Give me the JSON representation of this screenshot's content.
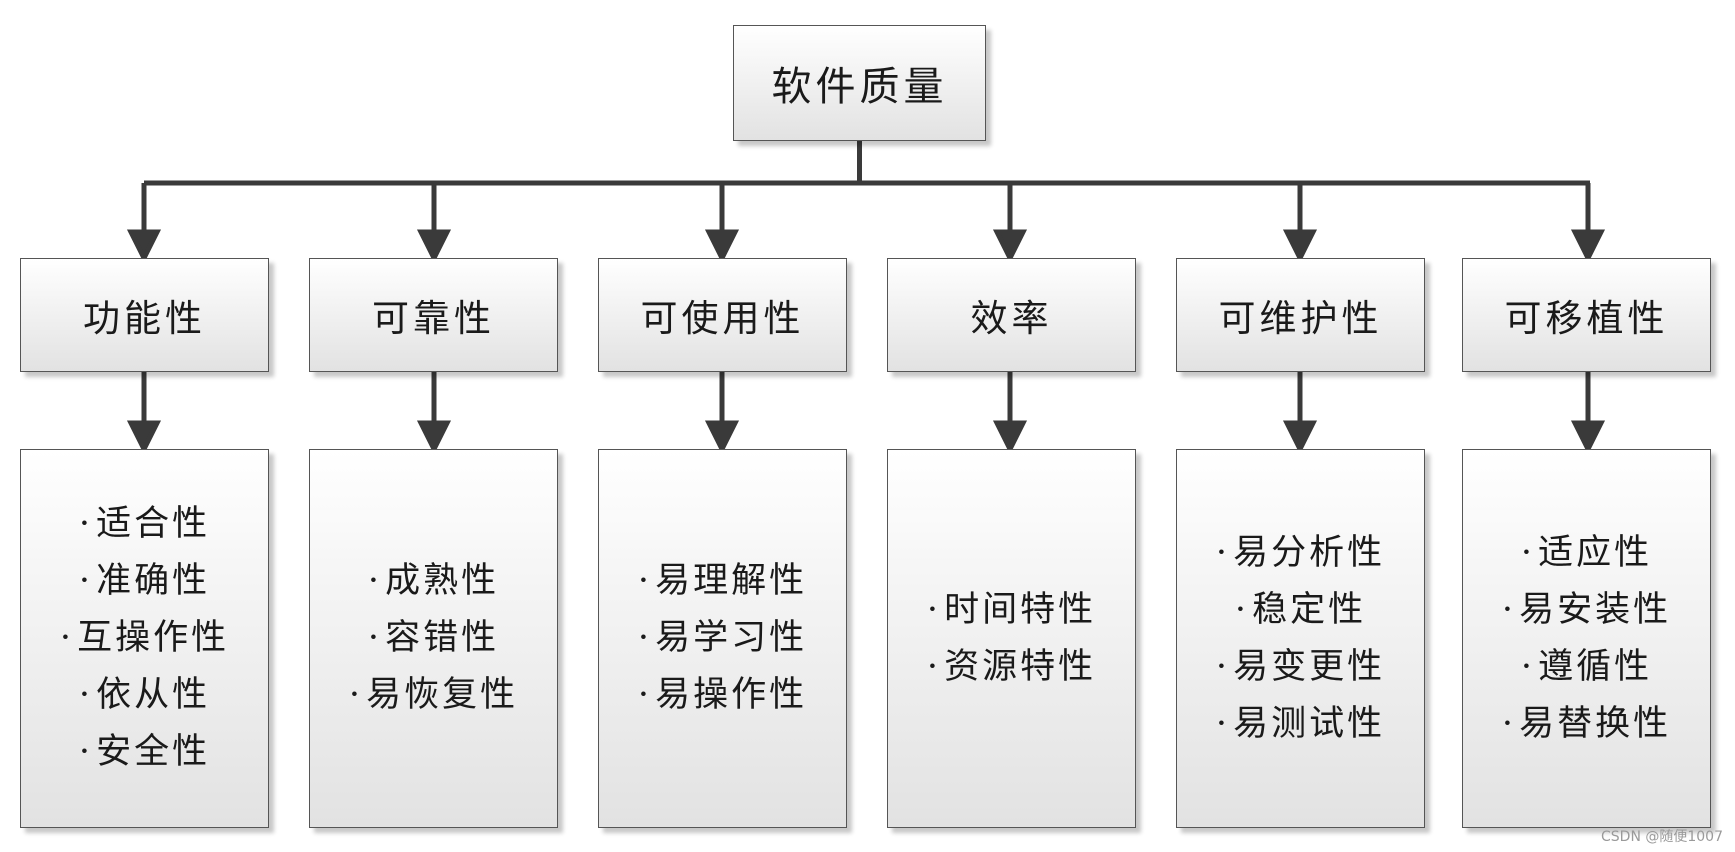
{
  "root": {
    "label": "软件质量"
  },
  "categories": [
    {
      "label": "功能性",
      "items": [
        "适合性",
        "准确性",
        "互操作性",
        "依从性",
        "安全性"
      ]
    },
    {
      "label": "可靠性",
      "items": [
        "成熟性",
        "容错性",
        "易恢复性"
      ]
    },
    {
      "label": "可使用性",
      "items": [
        "易理解性",
        "易学习性",
        "易操作性"
      ]
    },
    {
      "label": "效率",
      "items": [
        "时间特性",
        "资源特性"
      ]
    },
    {
      "label": "可维护性",
      "items": [
        "易分析性",
        "稳定性",
        "易变更性",
        "易测试性"
      ]
    },
    {
      "label": "可移植性",
      "items": [
        "适应性",
        "易安装性",
        "遵循性",
        "易替换性"
      ]
    }
  ],
  "watermark": "CSDN @随便1007",
  "colors": {
    "line": "#3a3a3a",
    "border": "#555555",
    "box_top": "#ffffff",
    "box_bottom": "#e2e2e2"
  }
}
